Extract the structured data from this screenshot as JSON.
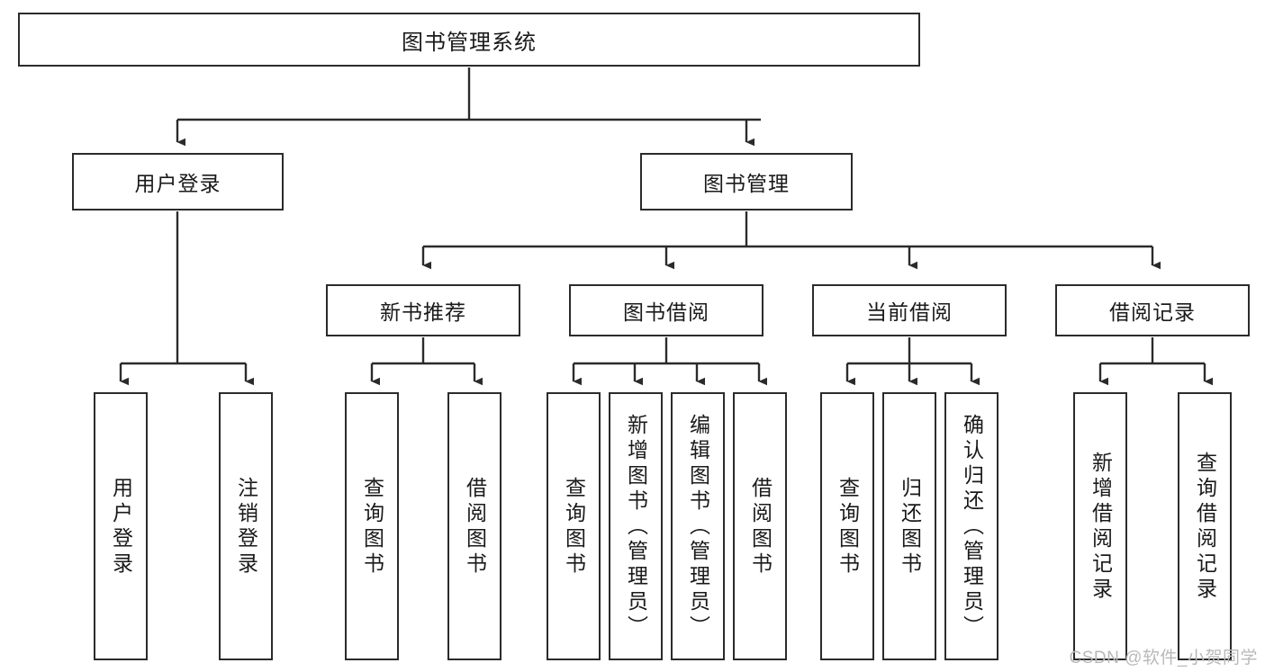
{
  "diagram": {
    "type": "tree-hierarchy-diagram",
    "title": "图书管理系统",
    "colors": {
      "stroke": "#2b2b2b",
      "fill": "#ffffff",
      "text": "#1a1a1a",
      "watermark": "#b9b9b9"
    },
    "levels": {
      "root": {
        "label": "图书管理系统"
      },
      "level2": [
        {
          "id": "user-login",
          "label": "用户登录"
        },
        {
          "id": "book-management",
          "label": "图书管理"
        }
      ],
      "level3": [
        {
          "id": "new-book-recommend",
          "label": "新书推荐",
          "parent": "book-management"
        },
        {
          "id": "book-borrow",
          "label": "图书借阅",
          "parent": "book-management"
        },
        {
          "id": "current-borrow",
          "label": "当前借阅",
          "parent": "book-management"
        },
        {
          "id": "borrow-record",
          "label": "借阅记录",
          "parent": "book-management"
        }
      ],
      "leaves": [
        {
          "id": "leaf-user-login",
          "label": "用户登录",
          "parent": "user-login"
        },
        {
          "id": "leaf-logout-login",
          "label": "注销登录",
          "parent": "user-login"
        },
        {
          "id": "leaf-query-book-1",
          "label": "查询图书",
          "parent": "new-book-recommend"
        },
        {
          "id": "leaf-borrow-book-1",
          "label": "借阅图书",
          "parent": "new-book-recommend"
        },
        {
          "id": "leaf-query-book-2",
          "label": "查询图书",
          "parent": "book-borrow"
        },
        {
          "id": "leaf-add-book",
          "label": "新增图书（管理员）",
          "parent": "book-borrow"
        },
        {
          "id": "leaf-edit-book",
          "label": "编辑图书（管理员）",
          "parent": "book-borrow"
        },
        {
          "id": "leaf-borrow-book-2",
          "label": "借阅图书",
          "parent": "book-borrow"
        },
        {
          "id": "leaf-query-book-3",
          "label": "查询图书",
          "parent": "current-borrow"
        },
        {
          "id": "leaf-return-book",
          "label": "归还图书",
          "parent": "current-borrow"
        },
        {
          "id": "leaf-confirm-return",
          "label": "确认归还（管理员）",
          "parent": "current-borrow"
        },
        {
          "id": "leaf-add-record",
          "label": "新增借阅记录",
          "parent": "borrow-record"
        },
        {
          "id": "leaf-query-record",
          "label": "查询借阅记录",
          "parent": "borrow-record"
        }
      ]
    }
  },
  "watermark": {
    "text": "CSDN @软件_小贺同学"
  }
}
